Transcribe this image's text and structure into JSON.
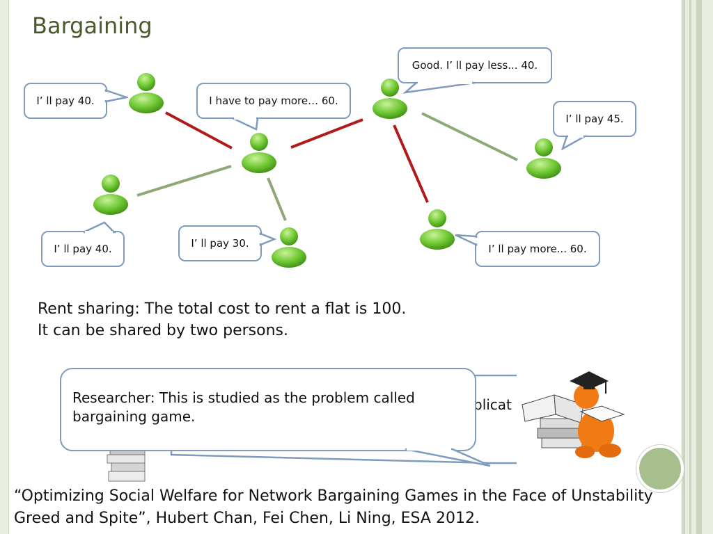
{
  "slide": {
    "title": "Bargaining",
    "bubbles": [
      {
        "id": "b1",
        "text": "I’ ll pay 40."
      },
      {
        "id": "b2",
        "text": "I have to pay more… 60."
      },
      {
        "id": "b3",
        "text": "Good. I’ ll pay less... 40."
      },
      {
        "id": "b4",
        "text": "I’ ll pay 45."
      },
      {
        "id": "b5",
        "text": "I’ ll pay 40."
      },
      {
        "id": "b6",
        "text": "I’ ll pay 30."
      },
      {
        "id": "b7",
        "text": "I’ ll pay more... 60."
      }
    ],
    "description": "Rent sharing: The total cost to rent a flat is 100. It can be shared by two persons.",
    "researcher_note": "Researcher: This is studied as the problem called bargaining game.",
    "partial_text": "plicat",
    "citation": "“Optimizing Social Welfare for Network Bargaining Games in the Face of Unstability Greed and Spite”, Hubert Chan, Fei Chen, Li Ning, ESA 2012."
  },
  "colors": {
    "title": "#4a5a2c",
    "bubble_border": "#7e9bbd",
    "edge_red": "#b01a1a",
    "edge_green": "#8ea878",
    "person_green": "#6fc832",
    "frame": "#e9eee2",
    "accent_circle": "#a7bf8c"
  }
}
